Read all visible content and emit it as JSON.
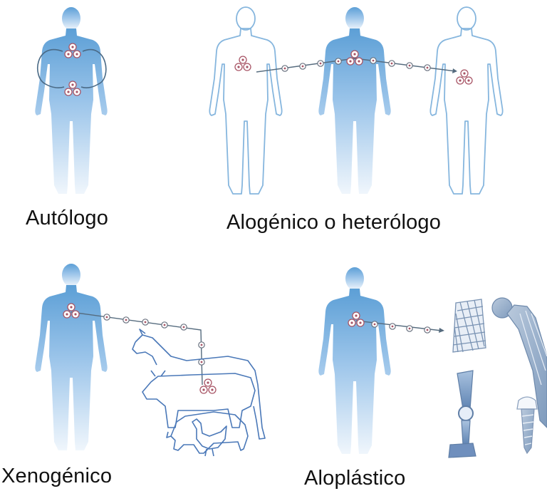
{
  "labels": {
    "autologo": "Autólogo",
    "alogenico": "Alogénico o heterólogo",
    "xenogenico": "Xenogénico",
    "aloplastico": "Aloplástico"
  },
  "colors": {
    "body_fill_top": "#5b9fd8",
    "body_fill_bottom": "#e8f2fb",
    "outline": "#8ab8de",
    "chain_line": "#556b7e",
    "cell_ring": "#b05060",
    "animal_outline": "#4a78b8",
    "implant": "#8ea8c8"
  }
}
